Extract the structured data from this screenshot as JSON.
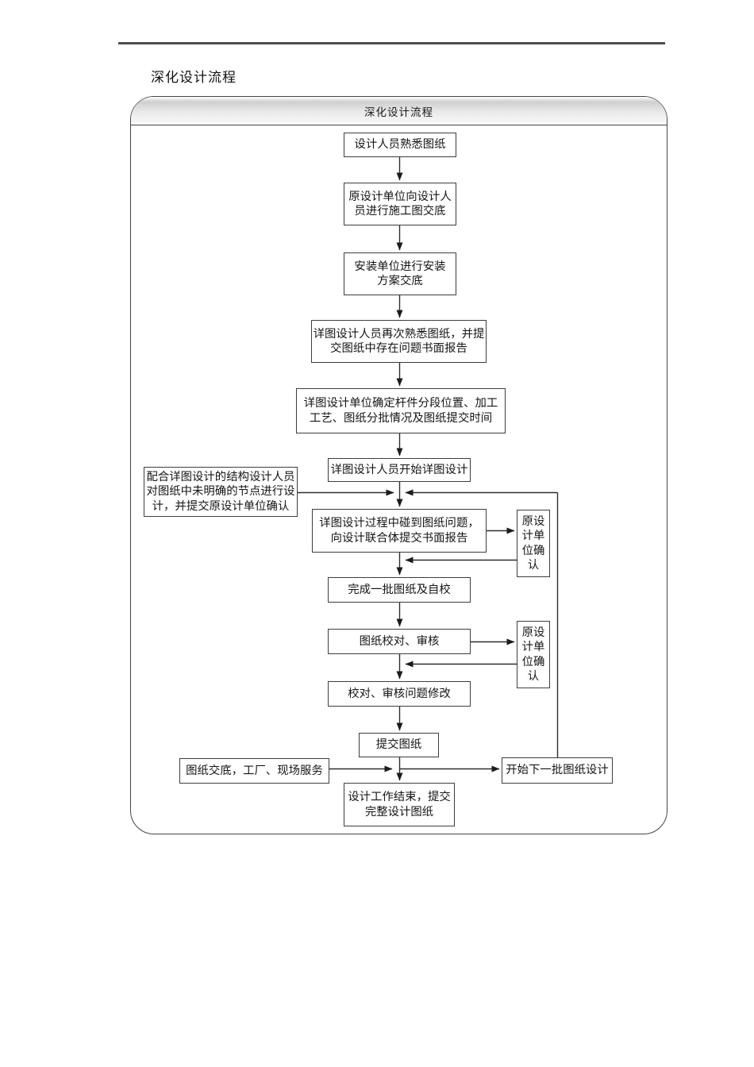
{
  "page": {
    "heading": "深化设计流程"
  },
  "flowchart": {
    "title": "深化设计流程",
    "colors": {
      "line": "#2e2e2e",
      "box_border": "#3d3d3d",
      "titlebar_gradient_top": "#cfcfcf",
      "titlebar_gradient_bottom": "#fafafa"
    },
    "nodes": {
      "n1": "设计人员熟悉图纸",
      "n2": "原设计单位向设计人\n员进行施工图交底",
      "n3": "安装单位进行安装\n方案交底",
      "n4": "详图设计人员再次熟悉图纸，并提\n交图纸中存在问题书面报告",
      "n5": "详图设计单位确定杆件分段位置、加工\n工艺、图纸分批情况及图纸提交时间",
      "n6": "详图设计人员开始详图设计",
      "n7": "详图设计过程中碰到图纸问题，\n向设计联合体提交书面报告",
      "n8": "完成一批图纸及自校",
      "n9": "图纸校对、审核",
      "n10": "校对、审核问题修改",
      "n11": "提交图纸",
      "n12": "设计工作结束，提交\n完整设计图纸",
      "left_support": "配合详图设计的结构设计人员\n对图纸中未明确的节点进行设\n计，并提交原设计单位确认",
      "service": "图纸交底，工厂、现场服务",
      "confirm1": "原设\n计单\n位确\n认",
      "confirm2": "原设\n计单\n位确\n认",
      "next_batch": "开始下一批图纸设计"
    }
  }
}
